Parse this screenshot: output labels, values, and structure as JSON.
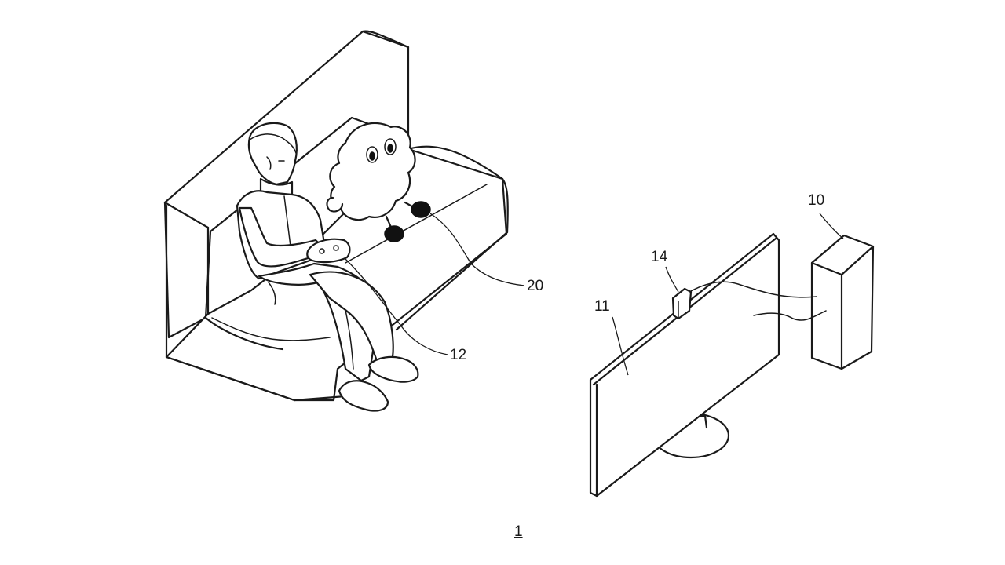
{
  "figure": {
    "references": {
      "game_device": "10",
      "display": "11",
      "controller": "12",
      "camera": "14",
      "robot": "20"
    },
    "system_label": "1"
  },
  "colors": {
    "line": "#1a1a1a",
    "background": "#ffffff"
  }
}
